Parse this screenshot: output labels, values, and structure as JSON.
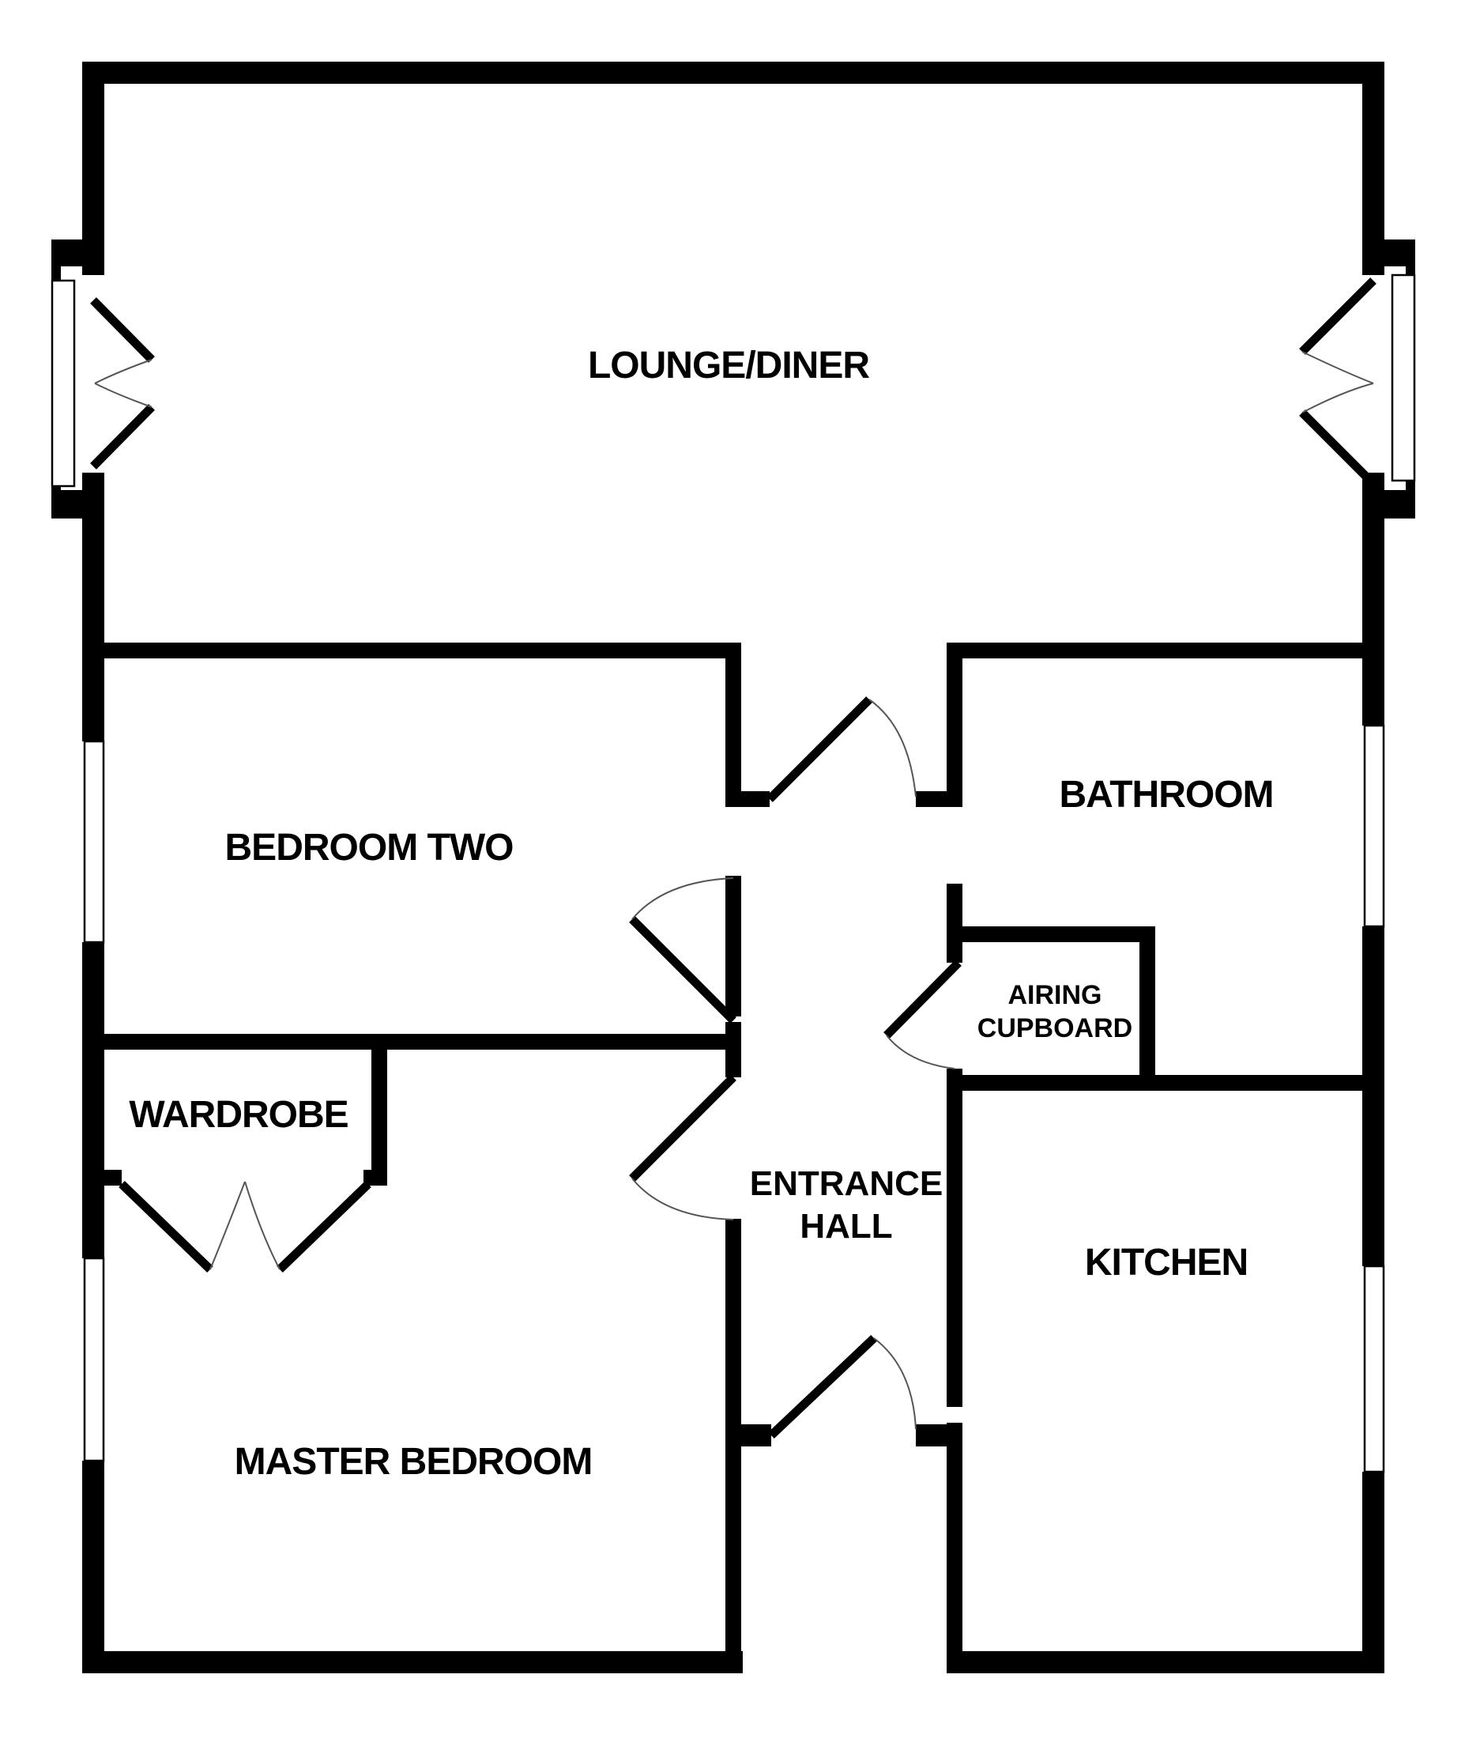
{
  "rooms": {
    "lounge": "LOUNGE/DINER",
    "bedroom_two": "BEDROOM TWO",
    "bathroom": "BATHROOM",
    "airing_line1": "AIRING",
    "airing_line2": "CUPBOARD",
    "wardrobe": "WARDROBE",
    "hall_line1": "ENTRANCE",
    "hall_line2": "HALL",
    "kitchen": "KITCHEN",
    "master": "MASTER BEDROOM"
  },
  "colors": {
    "wall": "#000000",
    "background": "#ffffff",
    "door_swing": "#555555"
  }
}
